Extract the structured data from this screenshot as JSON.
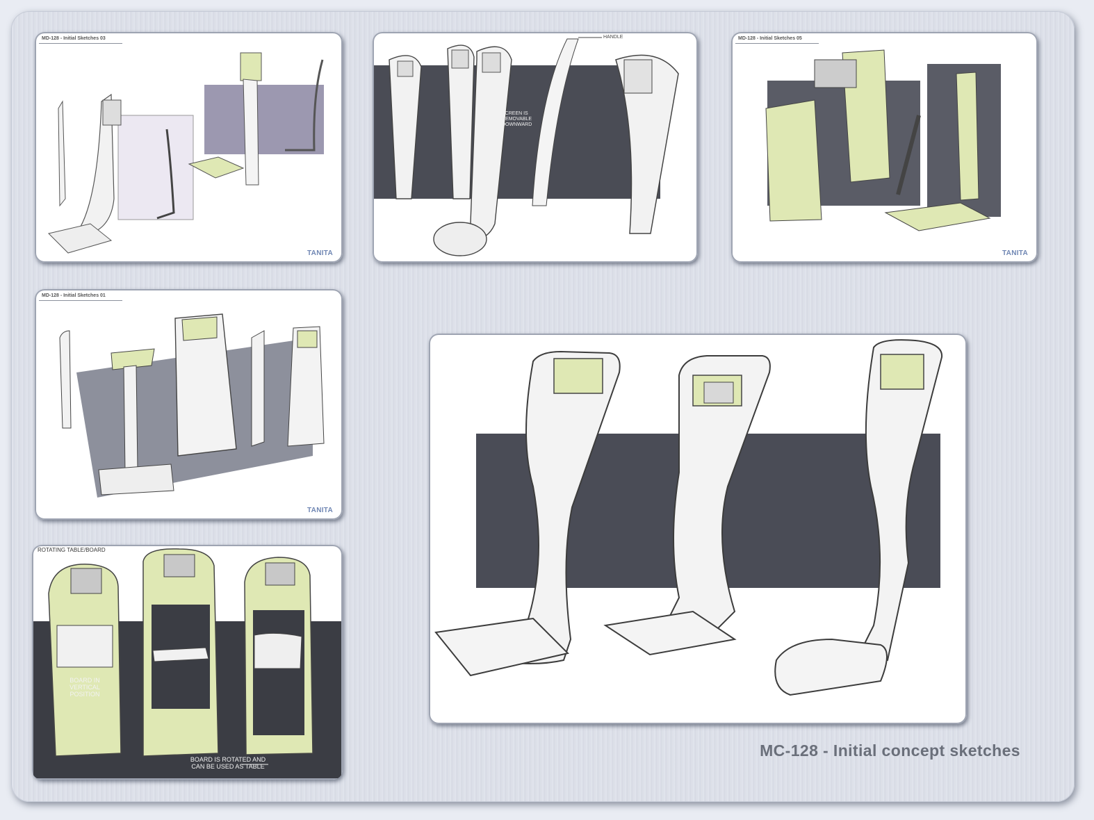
{
  "cards": {
    "c1": {
      "tag": "MD-128 - Initial Sketches 03",
      "brand": "TANITA"
    },
    "c2": {
      "note_handle": "HANDLE",
      "note_screen": "SCREEN IS REMOVABLE DOWNWARD"
    },
    "c3": {
      "tag": "MD-128 - Initial Sketches 05",
      "brand": "TANITA"
    },
    "c4": {
      "tag": "MD-128 - Initial Sketches 01",
      "brand": "TANITA"
    },
    "c5": {
      "tag": "ROTATING TABLE/BOARD",
      "note_vertical": "BOARD IN VERTICAL POSITION",
      "note_rotated": "BOARD IS ROTATED AND CAN BE USED AS TABLE"
    }
  },
  "caption": "MC-128 - Initial concept sketches",
  "colors": {
    "accent_green": "#dfe8b4",
    "backdrop_dark": "#4a4c55",
    "brand_blue": "#6f86b3"
  }
}
